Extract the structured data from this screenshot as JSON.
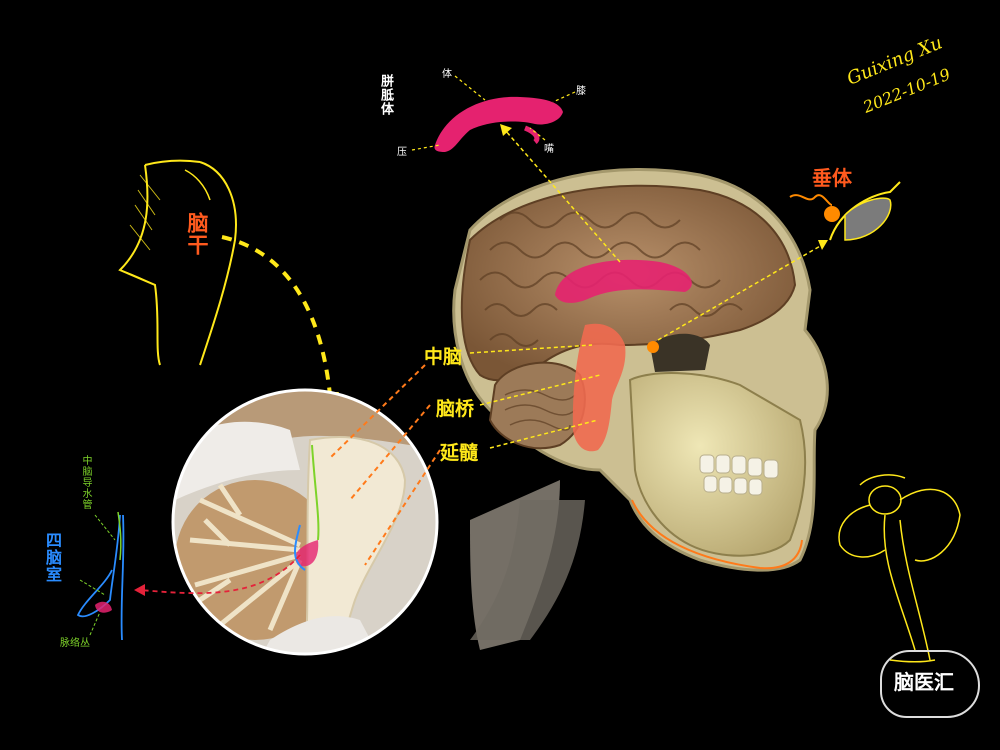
{
  "labels": {
    "corpus_callosum": "胼胝体",
    "cc_body": "体",
    "cc_genu": "膝",
    "cc_rostrum": "嘴",
    "cc_splenium": "压",
    "pituitary": "垂体",
    "brainstem": "脑干",
    "midbrain": "中脑",
    "pons": "脑桥",
    "medulla": "延髓",
    "aqueduct": "中脑导水管",
    "fourth_ventricle": "四脑室",
    "choroid_plexus": "脉络丛"
  },
  "signature": {
    "name": "Guixing Xu",
    "date": "2022-10-19"
  },
  "logo": {
    "text": "脑医汇"
  },
  "colors": {
    "label_yellow": "#ffe81a",
    "label_orange": "#ff5a1e",
    "corpus_callosum": "#e5226f",
    "brainstem_highlight": "#f06a50",
    "label_green": "#7ed32a",
    "label_blue": "#2a8cff"
  },
  "icons": {
    "brainstem_sketch": "brainstem-outline-icon",
    "pituitary_sketch": "pituitary-outline-icon",
    "yoga_figure": "yoga-figure-icon",
    "fourth_ventricle_sketch": "fourth-ventricle-outline-icon"
  }
}
